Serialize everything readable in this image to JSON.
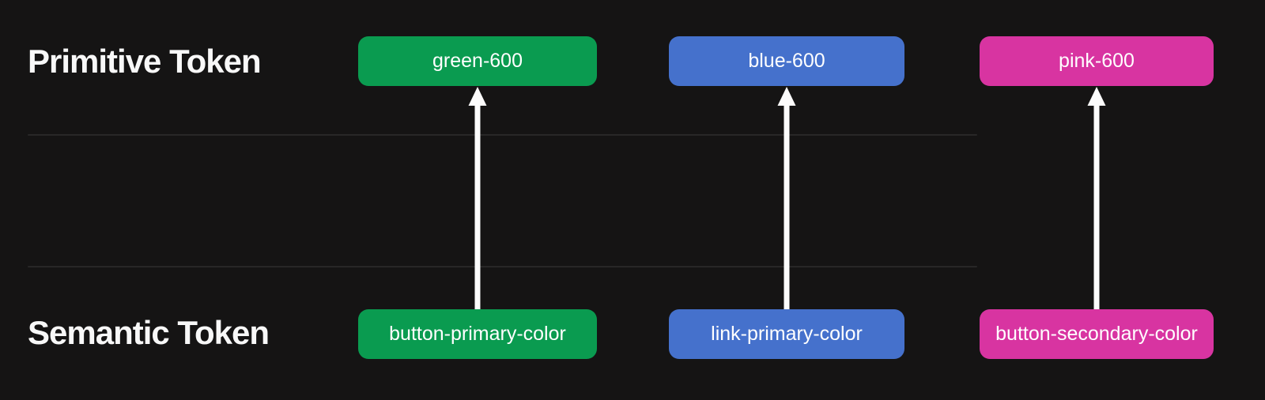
{
  "diagram": {
    "background": "#151414",
    "divider_color": "#282727",
    "arrow_color": "#fcfcfc",
    "primitive_row": {
      "label": "Primitive Token",
      "tokens": [
        {
          "label": "green-600",
          "color": "#0a9b50"
        },
        {
          "label": "blue-600",
          "color": "#4571cc"
        },
        {
          "label": "pink-600",
          "color": "#d834a1"
        }
      ]
    },
    "semantic_row": {
      "label": "Semantic Token",
      "tokens": [
        {
          "label": "button-primary-color",
          "color": "#0a9b50"
        },
        {
          "label": "link-primary-color",
          "color": "#4571cc"
        },
        {
          "label": "button-secondary-color",
          "color": "#d834a1"
        }
      ]
    },
    "connections": [
      {
        "from": "button-primary-color",
        "to": "green-600"
      },
      {
        "from": "link-primary-color",
        "to": "blue-600"
      },
      {
        "from": "button-secondary-color",
        "to": "pink-600"
      }
    ]
  }
}
